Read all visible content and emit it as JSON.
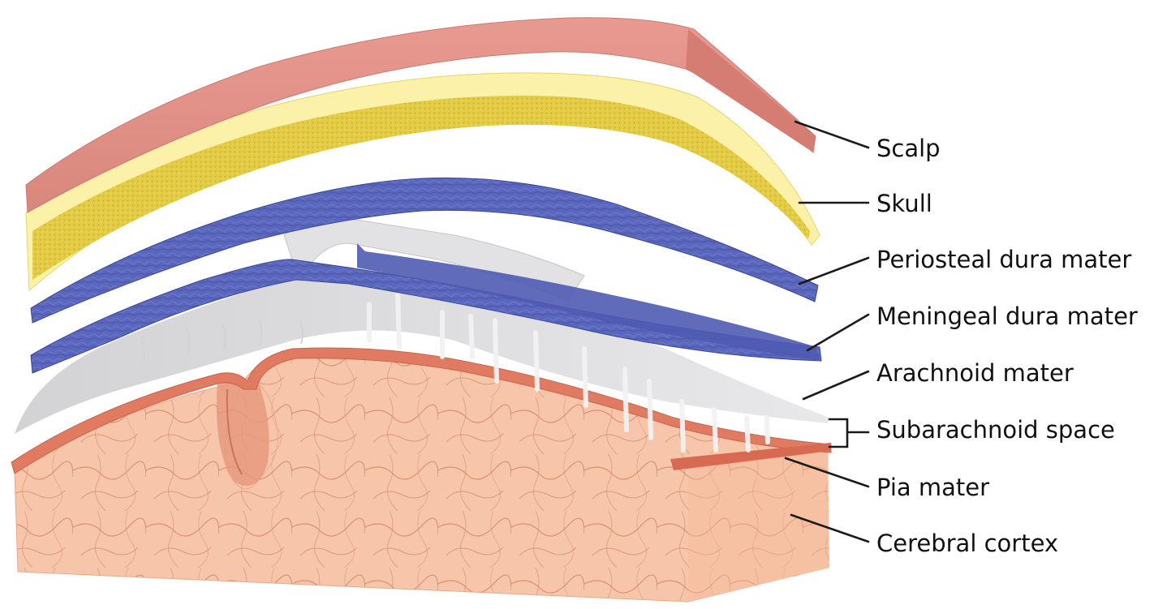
{
  "diagram": {
    "labels": [
      {
        "id": "scalp",
        "text": "Scalp"
      },
      {
        "id": "skull",
        "text": "Skull"
      },
      {
        "id": "periosteal",
        "text": "Periosteal dura mater"
      },
      {
        "id": "meningeal",
        "text": "Meningeal dura mater"
      },
      {
        "id": "arachnoid",
        "text": "Arachnoid mater"
      },
      {
        "id": "subarachnoid",
        "text": "Subarachnoid space"
      },
      {
        "id": "pia",
        "text": "Pia mater"
      },
      {
        "id": "cortex",
        "text": "Cerebral cortex"
      }
    ],
    "colors": {
      "scalp": "#e08d84",
      "scalp_side": "#c96d64",
      "skull_outer": "#fbf0a6",
      "skull_inner": "#e6cf45",
      "dura": "#5563b8",
      "dura_dark": "#3b4694",
      "arachnoid": "#d9d9db",
      "pia": "#de7a62",
      "cortex": "#f6c2a6",
      "cortex_vein": "#b86a50"
    }
  }
}
